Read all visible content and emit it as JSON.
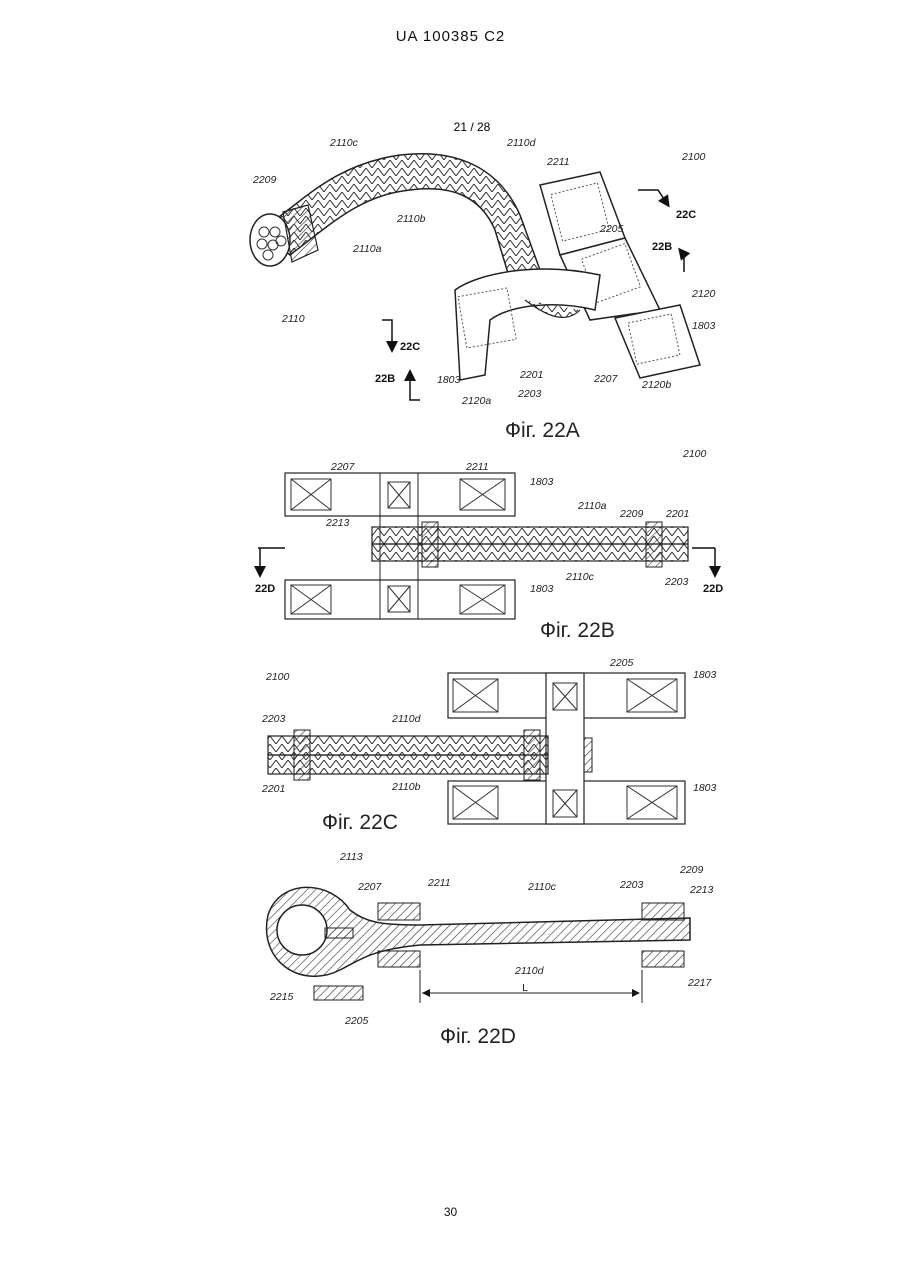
{
  "header": "UA   100385   C2",
  "sheet": "21 / 28",
  "page_number": "30",
  "fig22a": {
    "caption": "Фіг. 22A",
    "labels": {
      "l2110c": "2110c",
      "l2110d": "2110d",
      "l2209": "2209",
      "l2110b": "2110b",
      "l2110a": "2110a",
      "l2211": "2211",
      "l2100": "2100",
      "l22C_top": "22C",
      "l2205": "2205",
      "l22B_right": "22B",
      "l2120": "2120",
      "l1803_right": "1803",
      "l2110": "2110",
      "l22C_left": "22C",
      "l22B_left": "22B",
      "l1803_left": "1803",
      "l2201": "2201",
      "l2203": "2203",
      "l2207": "2207",
      "l2120a": "2120a",
      "l2120b": "2120b"
    }
  },
  "fig22b": {
    "caption": "Фіг. 22B",
    "labels": {
      "l2207": "2207",
      "l2211": "2211",
      "l2100": "2100",
      "l1803_top": "1803",
      "l2213": "2213",
      "l2110a": "2110a",
      "l2209": "2209",
      "l2201": "2201",
      "l22D_left": "22D",
      "l2110c": "2110c",
      "l2203": "2203",
      "l22D_right": "22D",
      "l1803_bottom": "1803"
    }
  },
  "fig22c": {
    "caption": "Фіг.  22C",
    "labels": {
      "l2100": "2100",
      "l2205": "2205",
      "l1803_top": "1803",
      "l2203": "2203",
      "l2110d": "2110d",
      "l2201": "2201",
      "l2110b": "2110b",
      "l1803_bottom": "1803"
    }
  },
  "fig22d": {
    "caption": "Фіг.  22D",
    "labels": {
      "l2113": "2113",
      "l2207": "2207",
      "l2211": "2211",
      "l2110c": "2110c",
      "l2203": "2203",
      "l2209": "2209",
      "l2213": "2213",
      "l2110d": "2110d",
      "l2217": "2217",
      "l2215": "2215",
      "l2205": "2205",
      "lL": "L"
    }
  }
}
